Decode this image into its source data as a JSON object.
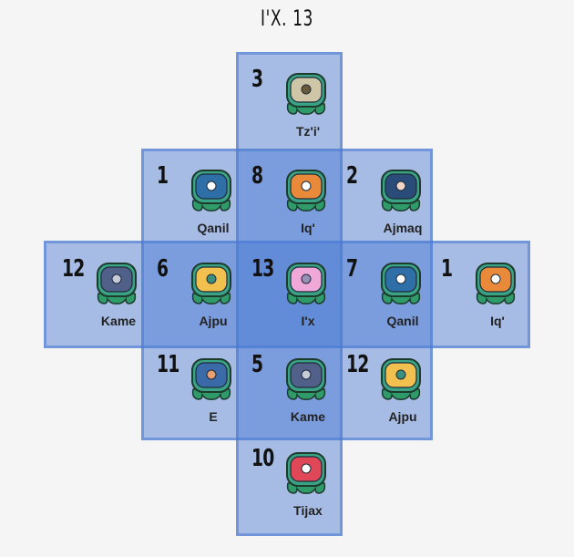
{
  "title": "I'X. 13",
  "cells": [
    {
      "number": "3",
      "name": "Tz'i'",
      "icon": "tzii-day-glyph-icon",
      "face": "#cfc6a8",
      "accent": "#6b5a3a"
    },
    {
      "number": "1",
      "name": "Qanil",
      "icon": "qanil-day-glyph-icon",
      "face": "#2f6fa8",
      "accent": "#ffffff"
    },
    {
      "number": "8",
      "name": "Iq'",
      "icon": "iq-day-glyph-icon",
      "face": "#e98a3a",
      "accent": "#ffffff"
    },
    {
      "number": "2",
      "name": "Ajmaq",
      "icon": "ajmaq-day-glyph-icon",
      "face": "#2a4c78",
      "accent": "#f2d6c8"
    },
    {
      "number": "12",
      "name": "Kame",
      "icon": "kame-day-glyph-icon",
      "face": "#506088",
      "accent": "#c7cbd8"
    },
    {
      "number": "6",
      "name": "Ajpu",
      "icon": "ajpu-day-glyph-icon",
      "face": "#f2c04e",
      "accent": "#3a8f7e"
    },
    {
      "number": "13",
      "name": "I'x",
      "icon": "ix-day-glyph-icon",
      "face": "#f0a8d8",
      "accent": "#9a8fb8"
    },
    {
      "number": "7",
      "name": "Qanil",
      "icon": "qanil-day-glyph-icon",
      "face": "#2f6fa8",
      "accent": "#ffffff"
    },
    {
      "number": "1",
      "name": "Iq'",
      "icon": "iq-day-glyph-icon",
      "face": "#e98a3a",
      "accent": "#ffffff"
    },
    {
      "number": "11",
      "name": "E",
      "icon": "e-day-glyph-icon",
      "face": "#3a6aa8",
      "accent": "#e9a070"
    },
    {
      "number": "5",
      "name": "Kame",
      "icon": "kame-day-glyph-icon",
      "face": "#506088",
      "accent": "#c7cbd8"
    },
    {
      "number": "12",
      "name": "Ajpu",
      "icon": "ajpu-day-glyph-icon",
      "face": "#f2c04e",
      "accent": "#3a8f7e"
    },
    {
      "number": "10",
      "name": "Tijax",
      "icon": "tijax-day-glyph-icon",
      "face": "#e04858",
      "accent": "#ffffff"
    }
  ]
}
